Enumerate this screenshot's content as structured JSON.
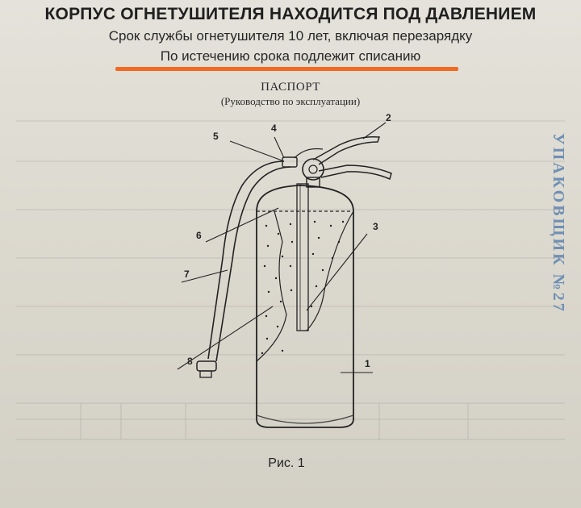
{
  "header": {
    "warning": "КОРПУС ОГНЕТУШИТЕЛЯ НАХОДИТСЯ ПОД ДАВЛЕНИЕМ",
    "service_life": "Срок службы огнетушителя 10 лет, включая перезарядку",
    "disposal": "По истечению срока подлежит списанию"
  },
  "passport": {
    "title": "ПАСПОРТ",
    "subtitle": "(Руководство по эксплуатации)"
  },
  "figure": {
    "callouts": [
      "1",
      "2",
      "3",
      "4",
      "5",
      "6",
      "7",
      "8"
    ],
    "caption": "Рис. 1"
  },
  "stamp": {
    "text": "УПАКОВЩИК №27"
  },
  "colors": {
    "underline": "#f26a21",
    "stamp": "#6f8fb4",
    "paper": "#dcd9cf"
  }
}
